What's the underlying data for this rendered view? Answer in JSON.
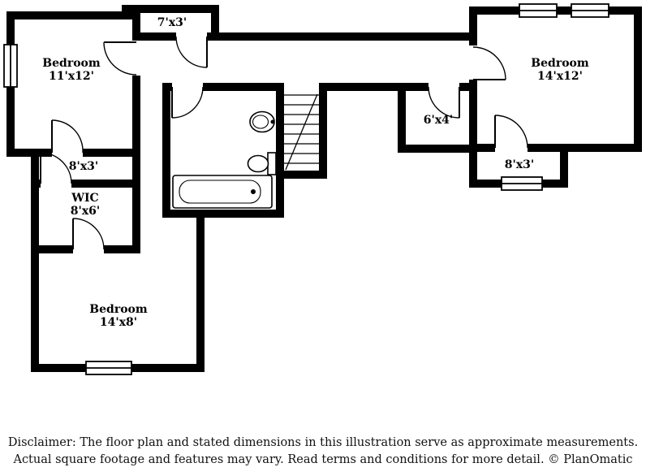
{
  "floorplan": {
    "rooms": {
      "bedroom_top_left": {
        "name": "Bedroom",
        "dims": "11'x12'"
      },
      "closet_top": {
        "dims": "7'x3'"
      },
      "bedroom_right": {
        "name": "Bedroom",
        "dims": "14'x12'"
      },
      "closet_6x4": {
        "dims": "6'x4'"
      },
      "closet_right": {
        "dims": "8'x3'"
      },
      "hall_left": {
        "dims": "8'x3'"
      },
      "wic": {
        "name": "WIC",
        "dims": "8'x6'"
      },
      "bedroom_bottom": {
        "name": "Bedroom",
        "dims": "14'x8'"
      }
    },
    "colors": {
      "wall": "#000000",
      "background": "#ffffff",
      "text": "#000000"
    }
  },
  "footer": {
    "disclaimer_line1": "Disclaimer: The floor plan and stated dimensions in this illustration serve as approximate measurements.",
    "disclaimer_line2": "Actual square footage and features may vary. Read terms and conditions for more detail. © PlanOmatic"
  }
}
